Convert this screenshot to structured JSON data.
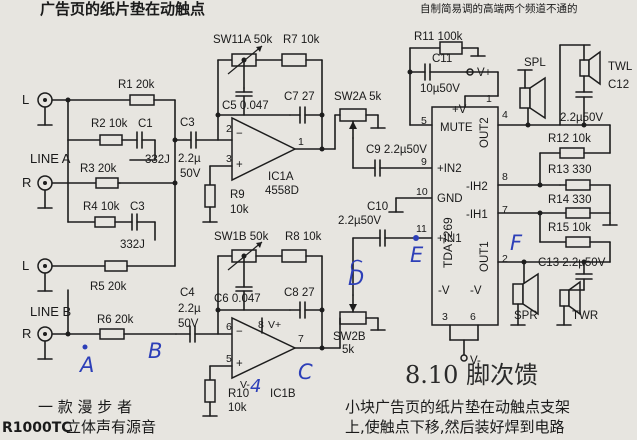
{
  "labels": {
    "in_l": "L",
    "in_line_a": "LINE A",
    "in_r1": "R",
    "in_l2": "L",
    "in_line_b": "LINE B",
    "in_r2": "R",
    "r1": "R1  20k",
    "r2": "R2  10k",
    "c1": "C1",
    "c332_1": "332J",
    "r3": "R3  20k",
    "r4": "R4  10k",
    "c3b": "C3",
    "c332_2": "332J",
    "r5": "R5  20k",
    "r6": "R6  20k",
    "c3": "C3",
    "c3_val1": "2.2µ",
    "c3_val2": "50V",
    "c4": "C4",
    "c4_val1": "2.2µ",
    "c4_val2": "50V",
    "sw11a": "SW11A  50k",
    "r7": "R7  10k",
    "c5": "C5  0.047",
    "c7": "C7  27",
    "sw1b": "SW1B  50k",
    "r8": "R8  10k",
    "c6": "C6  0.047",
    "c8": "C8  27",
    "r9": "R9",
    "r9_val": "10k",
    "r10": "R10",
    "r10_val": "10k",
    "ic1a": "IC1A",
    "ic1a_type": "4558D",
    "ic1b": "IC1B",
    "pin2": "2",
    "pin3": "3",
    "pin1": "1",
    "pin5": "5",
    "pin6": "6",
    "pin7": "7",
    "pin8": "8",
    "pin8v": "V+",
    "pin4v": "V-",
    "sw2a": "SW2A  5k",
    "sw2b": "SW2B",
    "sw2b_val": "5k",
    "c9": "C9  2.2µ50V",
    "c10": "C10",
    "c10_val": "2.2µ50V",
    "r11": "R11  100k",
    "c11": "C11",
    "c11_val": "10µ50V",
    "vplus": "V+",
    "tda_plus_v": "+V",
    "tda_mute": "MUTE",
    "tda_in2": "+IN2",
    "tda_gnd": "GND",
    "tda_in1": "+IN1",
    "tda_name": "TDA7269",
    "tda_out2": "OUT2",
    "tda_out1": "OUT1",
    "tda_ih2": "-IH2",
    "tda_ih1": "-IH1",
    "tda_minus_v1": "-V",
    "tda_minus_v2": "-V",
    "tda_p5": "5",
    "tda_p9": "9",
    "tda_p10": "10",
    "tda_p11": "11",
    "tda_p7": "7",
    "tda_p8": "8",
    "tda_p3": "3",
    "tda_p2": "2",
    "tda_p4": "4",
    "tda_p1": "1",
    "tda_p6": "6",
    "vminus": "V-",
    "spl": "SPL",
    "twl": "TWL",
    "c12": "C12",
    "c12_val": "2.2µ50V",
    "r12": "R12  10k",
    "r13": "R13  330",
    "r14": "R14  330",
    "r15": "R15  10k",
    "c13": "C13  2.2µ50V",
    "spr": "SPR",
    "twr": "TWR"
  },
  "annotations": {
    "a": "A",
    "b": "B",
    "c": "C",
    "d": "D",
    "e": "E",
    "f": "F",
    "four": "4",
    "note": "8.10 脚次馈"
  },
  "text": {
    "header": "广告页的纸片垫在动触点",
    "top_faint": "自制简易调的高端两个频道不通的",
    "caption_line1": "一 款 漫 步 者",
    "caption_line2_model": "R1000TC",
    "caption_line2_rest": " 立体声有源音",
    "body_line1": "小块广告页的纸片垫在动触点支架",
    "body_line2": "上,使触点下移,然后装好焊到电路"
  },
  "colors": {
    "paper": "#e7e5e0",
    "ink": "#1d1d1d",
    "pen_blue": "#2d3fb8"
  }
}
